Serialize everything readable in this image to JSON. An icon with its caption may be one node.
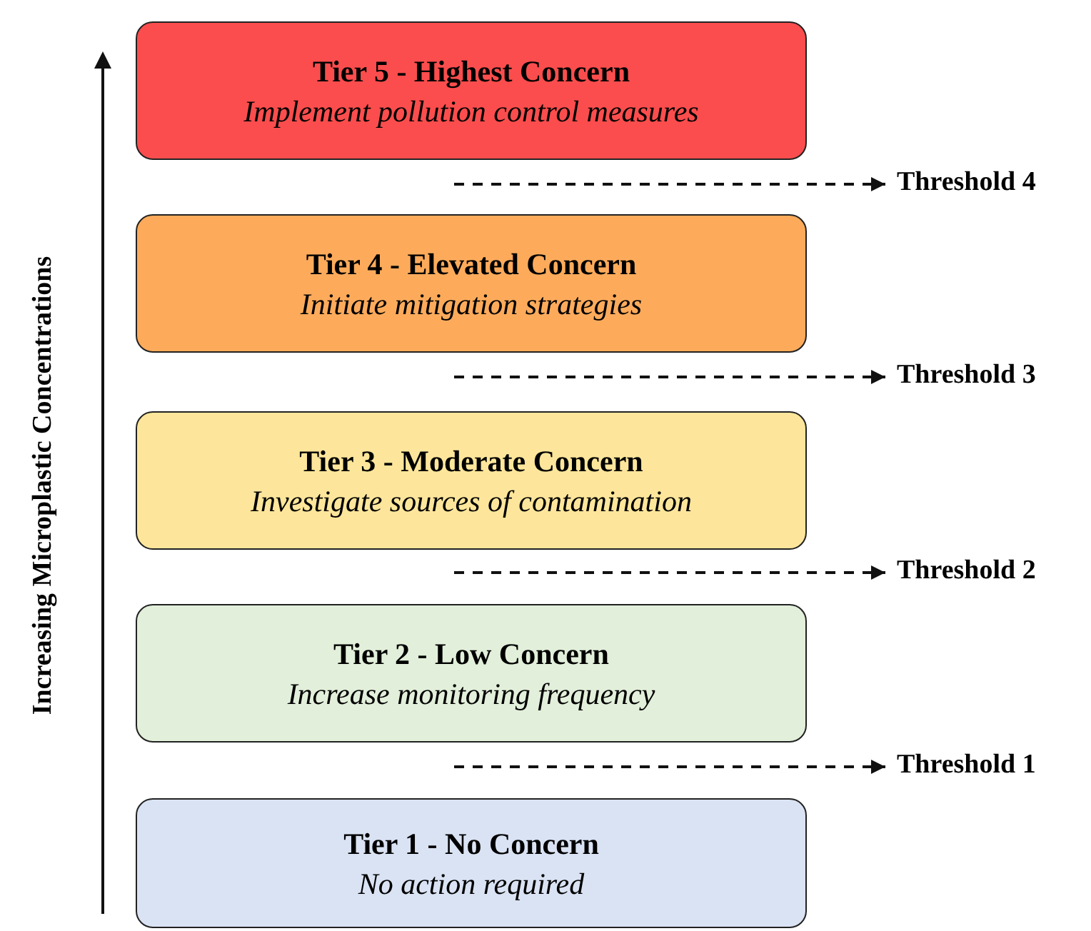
{
  "diagram": {
    "nodes": [
      {
        "text": [
          "Tier 5 - Highest Concern",
          "Implement pollution control measures"
        ]
      },
      {
        "text": [
          "Threshold 4"
        ]
      },
      {
        "text": [
          "Tier 4 - Elevated Concern",
          "Initiate mitigation strategies"
        ]
      },
      {
        "text": [
          "Threshold 3"
        ]
      },
      {
        "text": [
          "Tier 3 - Moderate Concern",
          "Investigate sources of contamination"
        ]
      },
      {
        "text": [
          "Threshold 2"
        ]
      },
      {
        "text": [
          "Tier 2 - Low Concern",
          "Increase monitoring frequency"
        ]
      },
      {
        "text": [
          "Threshold 1"
        ]
      },
      {
        "text": [
          "Tier 1 - No Concern",
          "No action required"
        ]
      }
    ],
    "edges": [
      {
        "from": null,
        "to": 1,
        "arrow": "to",
        "style": "dashed"
      },
      {
        "from": null,
        "to": 3,
        "arrow": "to",
        "style": "dashed"
      },
      {
        "from": null,
        "to": 5,
        "arrow": "to",
        "style": "dashed"
      },
      {
        "from": null,
        "to": 7,
        "arrow": "to",
        "style": "dashed"
      }
    ],
    "labels": [
      "Increasing Microplastic Concentrations"
    ]
  }
}
